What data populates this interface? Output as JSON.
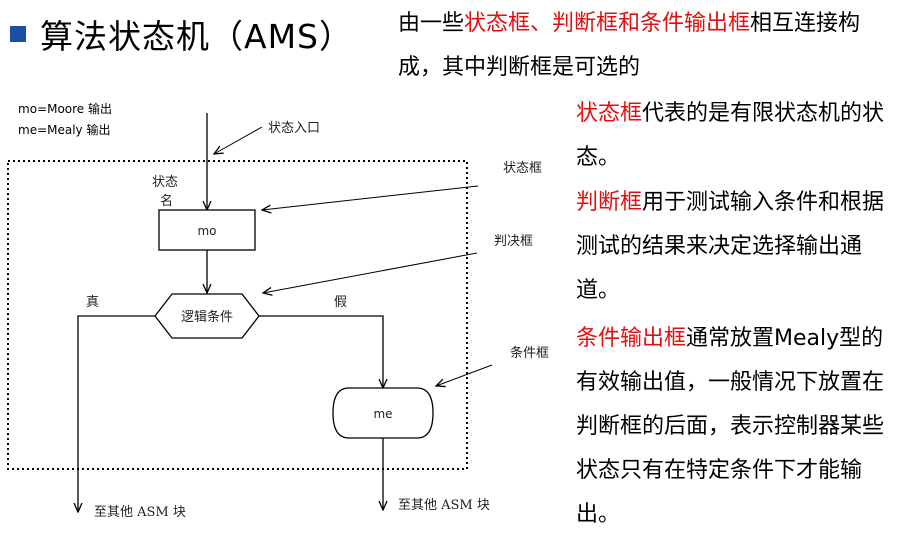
{
  "title": "算法状态机（AMS）",
  "intro": [
    {
      "text": "由一些",
      "red": false
    },
    {
      "text": "状态框、判断框和条件输出框",
      "red": true
    },
    {
      "text": "相互连接构成，其中判断框是可选的",
      "red": false
    }
  ],
  "paragraphs": [
    [
      {
        "text": "状态框",
        "red": true
      },
      {
        "text": "代表的是有限状态机的状态。",
        "red": false
      }
    ],
    [
      {
        "text": "判断框",
        "red": true
      },
      {
        "text": "用于测试输入条件和根据测试的结果来决定选择输出通道。",
        "red": false
      }
    ],
    [
      {
        "text": "条件输出框",
        "red": true
      },
      {
        "text": "通常放置Mealy型的有效输出值，一般情况下放置在判断框的后面，表示控制器某些状态只有在特定条件下才能输出。",
        "red": false
      }
    ]
  ],
  "diagram": {
    "legend_moore": "mo=Moore 输出",
    "legend_mealy": "me=Mealy 输出",
    "state_entry": "状态入口",
    "state_name_1": "状态",
    "state_name_2": "名",
    "state_box_label": "状态框",
    "state_box_text": "mo",
    "decision_box_label": "判决框",
    "decision_text": "逻辑条件",
    "true_label": "真",
    "false_label": "假",
    "conditional_box_label": "条件框",
    "conditional_text": "me",
    "exit_left": "至其他 ASM 块",
    "exit_right": "至其他 ASM 块"
  }
}
